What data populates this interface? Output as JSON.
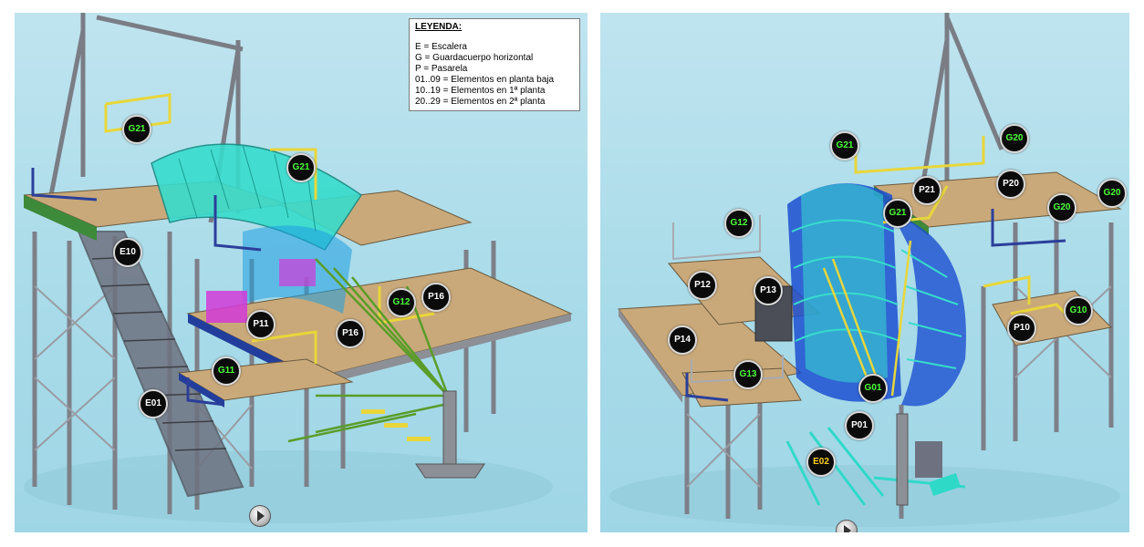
{
  "legend": {
    "title": "LEYENDA:",
    "items": [
      "E = Escalera",
      "G = Guardacuerpo  horizontal",
      "P = Pasarela",
      "01..09 = Elementos en planta baja",
      "10..19 = Elementos en 1ª planta",
      "20..29 = Elementos en 2ª planta"
    ]
  },
  "left_view": {
    "labels": [
      "G21",
      "G21",
      "E10",
      "G12",
      "P16",
      "P11",
      "P16",
      "G11",
      "E01"
    ]
  },
  "right_view": {
    "labels": [
      "G21",
      "G20",
      "P21",
      "P20",
      "G21",
      "G20",
      "G20",
      "G12",
      "P12",
      "P13",
      "G10",
      "P10",
      "P14",
      "G13",
      "G01",
      "P01",
      "E02"
    ]
  },
  "colors": {
    "sky": "#a9dbe9",
    "steel": "#8c8f96",
    "floor": "#c9a97a",
    "railing_yellow": "#e8d63a",
    "railing_blue": "#2b3f9a",
    "cyan_structure": "#2fd9c8",
    "blue_ribs": "#1c4fd0",
    "marker_bg": "#0b0b0b",
    "marker_green_text": "#4cff3a",
    "marker_yellow_text": "#ffd21a"
  },
  "icons": [
    "play-icon"
  ]
}
